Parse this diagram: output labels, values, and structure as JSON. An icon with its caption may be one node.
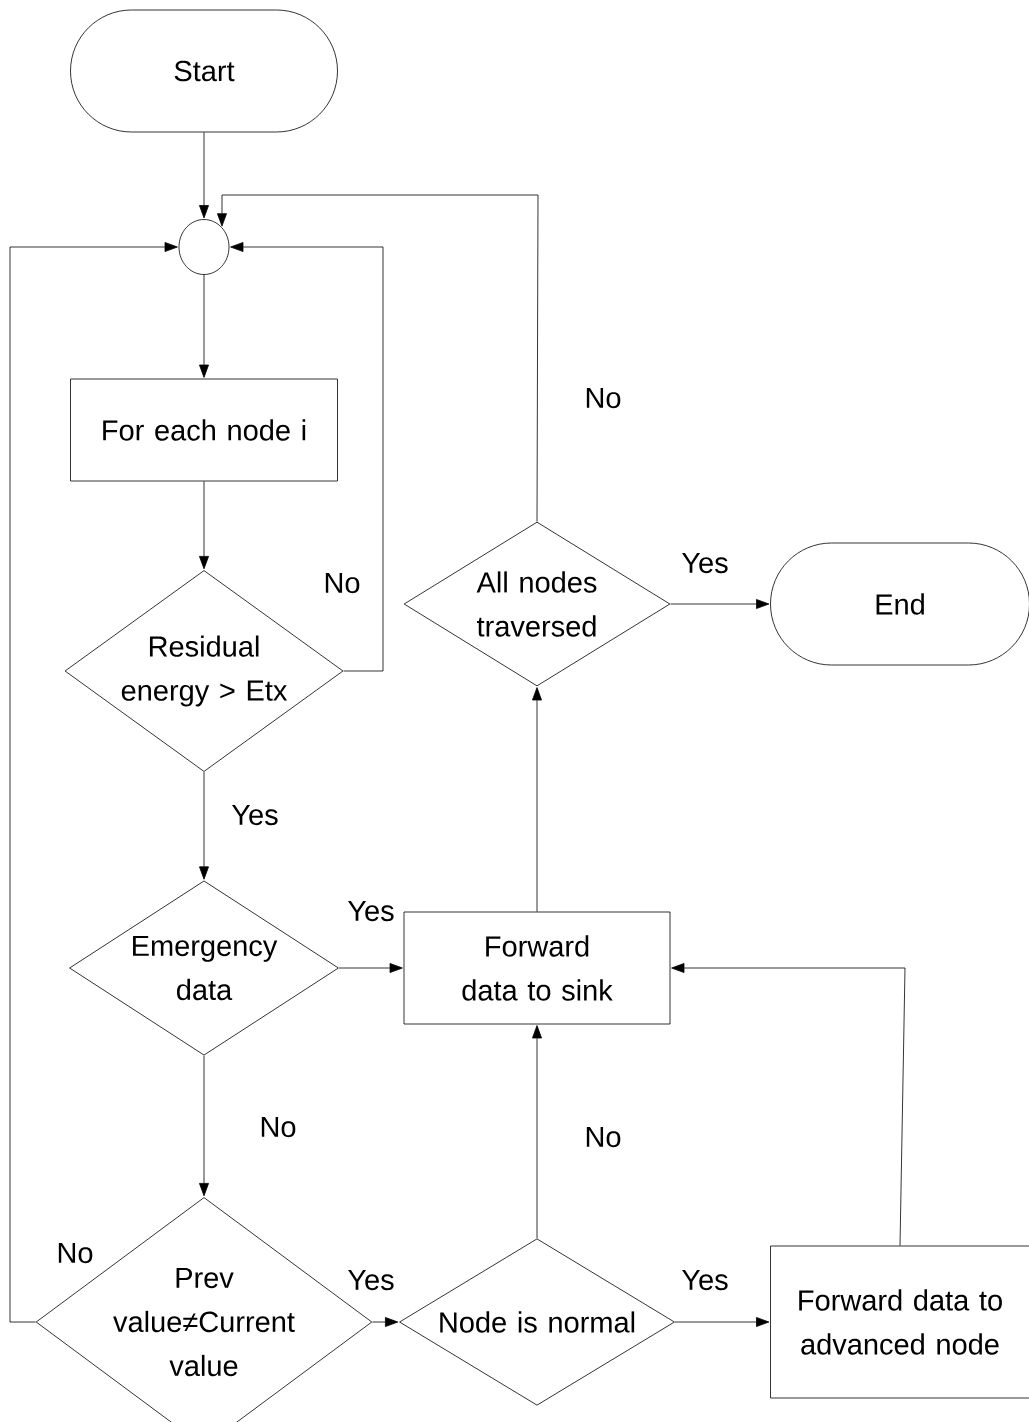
{
  "diagram": {
    "nodes": [
      {
        "text": [
          "Start"
        ]
      },
      {
        "text": [],
        "shape": "circle"
      },
      {
        "text": [
          "For each node i"
        ]
      },
      {
        "text": [
          "Residual energy > Etx"
        ]
      },
      {
        "text": [
          "Emergency data"
        ]
      },
      {
        "text": [
          "Forward data to sink"
        ]
      },
      {
        "text": [
          "All nodes traversed"
        ]
      },
      {
        "text": [
          "End"
        ]
      },
      {
        "text": [
          "Prev value≠Current value"
        ]
      },
      {
        "text": [
          "Node is normal"
        ]
      },
      {
        "text": [
          "Forward data to advanced node"
        ]
      }
    ],
    "edges": [
      {
        "from": 0,
        "to": 1,
        "arrow": "to"
      },
      {
        "from": 1,
        "to": 2,
        "arrow": "to"
      },
      {
        "from": 2,
        "to": 3,
        "arrow": "to"
      },
      {
        "from": 3,
        "to": 1,
        "arrow": "to",
        "label": "No"
      },
      {
        "from": 3,
        "to": 4,
        "arrow": "to",
        "label": "Yes"
      },
      {
        "from": 4,
        "to": 5,
        "arrow": "to",
        "label": "Yes"
      },
      {
        "from": 4,
        "to": 8,
        "arrow": "to",
        "label": "No"
      },
      {
        "from": 8,
        "to": 1,
        "arrow": "to",
        "label": "No"
      },
      {
        "from": 8,
        "to": 9,
        "arrow": "to",
        "label": "Yes"
      },
      {
        "from": 9,
        "to": 5,
        "arrow": "to",
        "label": "No"
      },
      {
        "from": 9,
        "to": 10,
        "arrow": "to",
        "label": "Yes"
      },
      {
        "from": 10,
        "to": 5,
        "arrow": "to"
      },
      {
        "from": 5,
        "to": 6,
        "arrow": "to"
      },
      {
        "from": 6,
        "to": 7,
        "arrow": "to",
        "label": "Yes"
      },
      {
        "from": 6,
        "to": 1,
        "arrow": "to",
        "label": "No"
      }
    ]
  }
}
